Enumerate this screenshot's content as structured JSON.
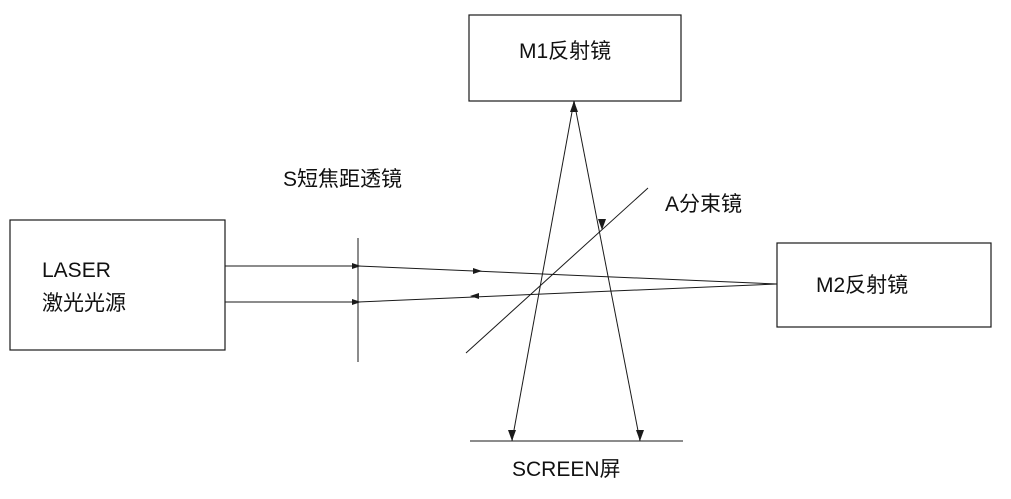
{
  "components": {
    "laser": {
      "line1": "LASER",
      "line2": "激光光源"
    },
    "lens": {
      "label": "S短焦距透镜"
    },
    "beam_splitter": {
      "label": "A分束镜"
    },
    "mirror1": {
      "label": "M1反射镜"
    },
    "mirror2": {
      "label": "M2反射镜"
    },
    "screen": {
      "label": "SCREEN屏"
    }
  },
  "colors": {
    "line": "#1a1a1a",
    "text": "#111111",
    "background": "#ffffff"
  }
}
